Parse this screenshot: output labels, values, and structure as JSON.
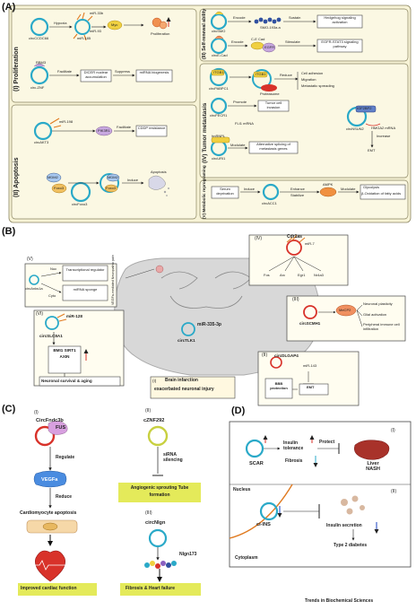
{
  "panels": {
    "a": "(A)",
    "b": "(B)",
    "c": "(C)",
    "d": "(D)"
  },
  "colors": {
    "panel_a_bg": "#f7f3d6",
    "panel_a_border": "#8a8460",
    "circ_blue": "#2aa9c8",
    "circ_red": "#d8322a",
    "highlight": "#e4ea5a",
    "brain": "#d8d8d8"
  },
  "panel_a": {
    "proliferation_title": "(I) Proliferation",
    "apoptosis_title": "(II) Apoptosis",
    "self_renewal_title": "(III) Self-renewal ability",
    "metastasis_title": "(IV) Tumor metastasis",
    "metabolic_title": "(V) Metabolic reprograming",
    "prolif": {
      "circ1": "circCCDC66",
      "hypoxia": "Hypoxia",
      "mir33b": "miR-33b",
      "mir93": "miR-93",
      "mir185": "miR-185",
      "myc": "Myc",
      "proliferation": "Proliferation",
      "circ2": "circ-ZNF",
      "rbm3": "RBM3",
      "facilitate": "Facilitate",
      "dicer": "DICER nuclear accumulation",
      "suppress": "Suppress",
      "mirna_bio": "miRNA biogenesis"
    },
    "apop": {
      "circ1": "circAKT3",
      "mir198": "miR-198",
      "pik3r1": "PIK3R1",
      "facilitate": "Facilitate",
      "cddp": "CDDP resistance",
      "mdm2": "MDM2",
      "foxo3": "Foxo3",
      "mdm2b": "MDM2",
      "foxo3b": "Foxo3",
      "induce": "Induce",
      "apoptosis": "Apoptosis",
      "circ2": "circFoxo3"
    },
    "selfren": {
      "circ1": "circSMO",
      "encode": "Encode",
      "smo": "SMO-193a.a",
      "sustain": "Sustain",
      "hedgehog": "Hedgehog signaling activation",
      "circ2": "circE-Cad",
      "encode2": "Encode",
      "ccad": "C-E Cad",
      "stimulate": "Stimulate",
      "egfr": "EGFR",
      "egfr_stat": "EGFR-STAT3 signaling pathway"
    },
    "meta": {
      "circ1": "circPABPC1",
      "itgb1": "ITGB1",
      "itgb1b": "ITGB1",
      "proteasome": "Proteasome",
      "reduce": "Reduce",
      "cell_adhesion": "Cell adhesion",
      "migration": "Migration",
      "metastatic": "Metastatic spreading",
      "circ2": "circFECR1",
      "promote": "Promote",
      "tumor_invasion": "Tumor cell invasion",
      "fli1": "FLI1 mRNA",
      "igf2bp2": "IGF2BP2",
      "circ3": "circNSUN2",
      "hmga2": "HMGA2 mRNA",
      "increase": "Increase",
      "emt": "EMT",
      "hnrnpl": "hnRNPL",
      "circ4": "circURI1",
      "modulate": "Modulate",
      "alt_splicing": "Alternative splicing of metastasis genes"
    },
    "metab": {
      "serum": "Serum deprivation",
      "induce": "Induce",
      "circ": "circACC1",
      "enhance": "Enhance",
      "stabilize": "Stabilize",
      "ampk": "AMPK",
      "modulate": "Modulate",
      "glycolysis": "Glycolysis",
      "boxid": "β-Oxidation of fatty acids"
    }
  },
  "panel_b": {
    "v_title": "(V)",
    "v_circ": "circAnks1a",
    "v_nuc": "Nuc",
    "v_cyto": "Cyto",
    "v_transcr": "Transcriptional regulator",
    "v_sponge": "miRNA sponge",
    "v_side": "VEGFa-mediated Neuropathic pain",
    "iv_title": "(IV)",
    "iv_circ": "Cdr1as",
    "iv_mir": "miR-7",
    "iv_fos": "Fos",
    "iv_arc": "Arc",
    "iv_egr1": "Egr1",
    "iv_nr4a3": "Nr4a3",
    "iii_title": "(III)",
    "iii_circ": "circSCMH1",
    "iii_mecp2": "MeCP2",
    "iii_plast": "Neuronal plasticity",
    "iii_glial": "Glial activation",
    "iii_immune": "Peripheral immune cell infiltration",
    "vi_title": "(VI)",
    "vi_mir": "miR-128",
    "vi_circ": "circSLC8A1",
    "vi_genes": "BMI1 SIRT1 AXIN",
    "vi_out": "Neuronal survival & aging",
    "i_mir": "miR-335-3p",
    "i_circ": "circTLK1",
    "i_label": "(I)",
    "i_text1": "Brain infarction",
    "i_text2": "exacerbated neuronal injury",
    "ii_title": "(II)",
    "ii_circ": "circDLGAP4",
    "ii_mir": "miR-143",
    "ii_bbb": "BBB protection",
    "ii_emt": "EMT"
  },
  "panel_c": {
    "i": "(I)",
    "circ1": "CircFndc3b",
    "fus": "FUS",
    "regulate": "Regulate",
    "vegfa": "VEGFa",
    "reduce": "Reduce",
    "apoptosis": "Cardiomyocyte apoptosis",
    "out1": "Improved cardiac function",
    "ii": "(II)",
    "circ2": "cZNF292",
    "sirna": "siRNA silencing",
    "out2": "Angiogenic sprouting Tube formation",
    "iii": "(III)",
    "circ3": "circNlgn",
    "nlgn": "Nlgn173",
    "out3": "Fibrosis & Heart failure"
  },
  "panel_d": {
    "i": "(I)",
    "scar": "SCAR",
    "insulin_tol": "Insulin tolerance",
    "fibrosis": "Fibrosis",
    "protect": "Protect",
    "liver": "Liver NASH",
    "nucleus": "Nucleus",
    "ii": "(II)",
    "ci_ins": "ci-INS",
    "insulin_sec": "Insulin secretion",
    "t2d": "Type 2 diabetes",
    "cytoplasm": "Cytoplasm"
  },
  "footer": "Trends in Biochemical Sciences"
}
